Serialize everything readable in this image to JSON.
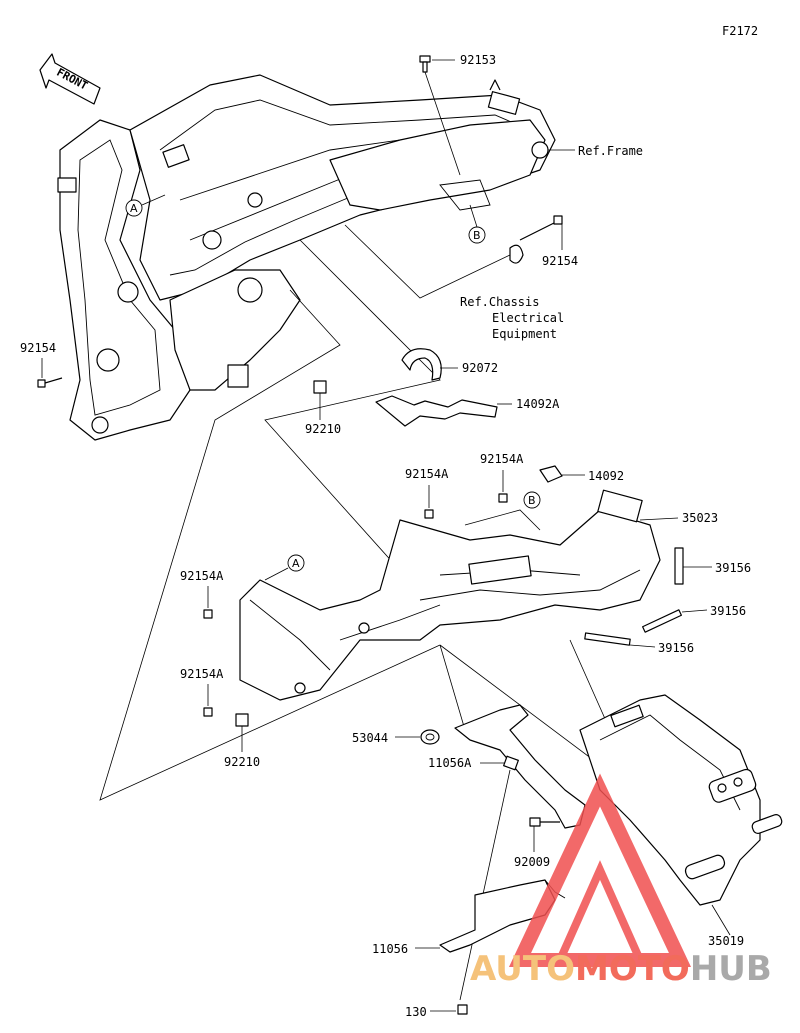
{
  "figure_code": "F2172",
  "front_label": "FRONT",
  "reference_circles": [
    "A",
    "B"
  ],
  "part_labels": {
    "p92153": "92153",
    "ref_frame": "Ref.Frame",
    "p92154_top": "92154",
    "ref_chassis_1": "Ref.Chassis",
    "ref_chassis_2": "Electrical",
    "ref_chassis_3": "Equipment",
    "p92154_left": "92154",
    "p92072": "92072",
    "p14092A": "14092A",
    "p92210_top": "92210",
    "p92154A_1": "92154A",
    "p92154A_2": "92154A",
    "p14092": "14092",
    "p35023": "35023",
    "p39156_1": "39156",
    "p39156_2": "39156",
    "p39156_3": "39156",
    "p92154A_3": "92154A",
    "p92154A_4": "92154A",
    "p92210_bottom": "92210",
    "p53044": "53044",
    "p11056A": "11056A",
    "p92009": "92009",
    "p11056": "11056",
    "p130": "130",
    "p35019": "35019"
  },
  "watermark": {
    "part1": "AUTO",
    "part2": "MOTO",
    "part3": "HUB",
    "color_auto": "#f5c27a",
    "color_moto": "#f26b5b",
    "color_hub": "#a9a9a9",
    "triangle_color": "#f05050"
  }
}
